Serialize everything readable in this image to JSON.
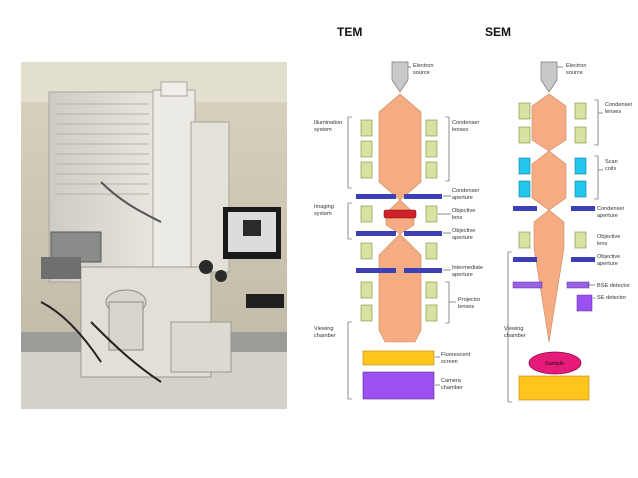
{
  "photo": {
    "description_icon": "microscope-photo"
  },
  "tem": {
    "title": "TEM",
    "electron_source": [
      "Electron",
      "source"
    ],
    "illumination_system": [
      "Illumination",
      "system"
    ],
    "condenser_lenses": [
      "Condenser",
      "lenses"
    ],
    "condenser_aperture": [
      "Condenser",
      "aperture"
    ],
    "imaging_system": [
      "Imaging",
      "system"
    ],
    "objective_lens": [
      "Objective",
      "lens"
    ],
    "objective_aperture": [
      "Objective",
      "aperture"
    ],
    "intermediate_aperture": [
      "Intermediate",
      "aperture"
    ],
    "projector_lenses": [
      "Projector",
      "lenses"
    ],
    "viewing_chamber": [
      "Viewing",
      "chamber"
    ],
    "fluorescent_screen": [
      "Fluorescent",
      "screen"
    ],
    "camera_chamber": [
      "Camera",
      "chamber"
    ]
  },
  "sem": {
    "title": "SEM",
    "electron_source": [
      "Electron",
      "source"
    ],
    "condenser_lenses": [
      "Condenser",
      "lenses"
    ],
    "scan_coils": [
      "Scan",
      "coils"
    ],
    "condenser_aperture": [
      "Condenser",
      "aperture"
    ],
    "objective_lens": [
      "Objective",
      "lens"
    ],
    "objective_aperture": [
      "Objective",
      "aperture"
    ],
    "bse_detector": "BSE detector",
    "se_detector": "SE detector",
    "viewing_chamber": [
      "Viewing",
      "chamber"
    ],
    "sample": "Sample"
  },
  "colors": {
    "beam": "#F5AC82",
    "lens": "#D6E3A1",
    "aperture": "#3D3FB6",
    "scan_coil": "#22C7EE",
    "screen": "#FFC51C",
    "camera": "#9B50F0",
    "sample": "#E61A79",
    "detector": "#9B60E6"
  }
}
